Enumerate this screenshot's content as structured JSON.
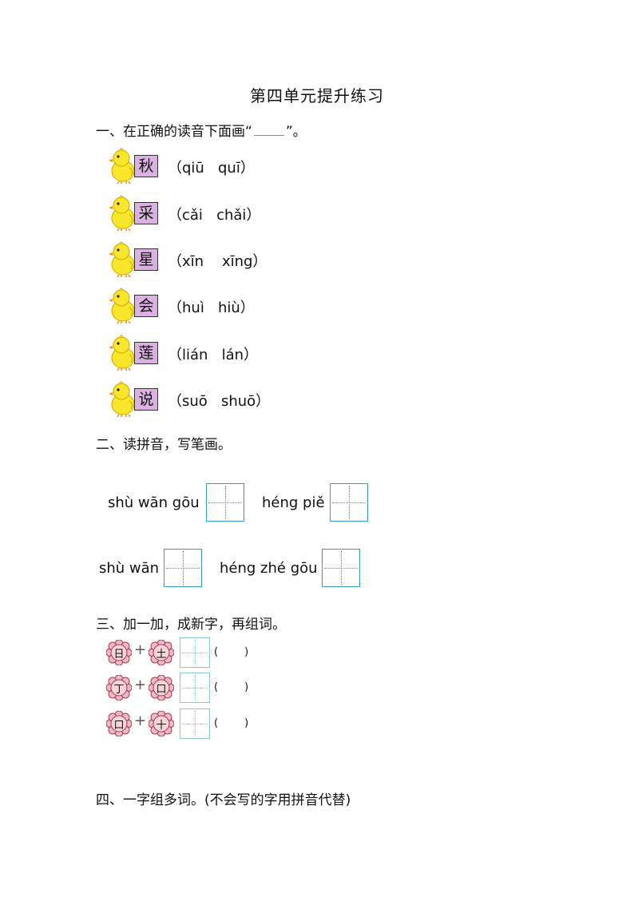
{
  "title": "第四单元提升练习",
  "section1": {
    "prefix": "一、在正确的读音下面画“",
    "suffix": "”。",
    "items": [
      {
        "char": "秋",
        "pinyin": "（qiū   quī）"
      },
      {
        "char": "采",
        "pinyin": "（cǎi   chǎi）"
      },
      {
        "char": "星",
        "pinyin": "（xīn    xīng）"
      },
      {
        "char": "会",
        "pinyin": "（huì   hiù）"
      },
      {
        "char": "莲",
        "pinyin": "（lián   lán）"
      },
      {
        "char": "说",
        "pinyin": "（suō   shuō）"
      }
    ]
  },
  "section2": {
    "heading": "二、读拼音，写笔画。",
    "strokes": [
      "shù wān gōu",
      "héng piě",
      "shù wān",
      "héng zhé gōu"
    ]
  },
  "section3": {
    "heading": "三、加一加，成新字，再组词。",
    "items": [
      {
        "a": "日",
        "b": "土",
        "plus": "+",
        "paren": "(        )"
      },
      {
        "a": "丁",
        "b": "口",
        "plus": "+",
        "paren": "(        )"
      },
      {
        "a": "口",
        "b": "十",
        "plus": "+",
        "paren": "(        )"
      }
    ]
  },
  "section4": {
    "heading": "四、一字组多词。(不会写的字用拼音代替)"
  },
  "colors": {
    "charbox": "#d9b2e0",
    "grid": "#3a9bc8",
    "flower": "#f2b8c4",
    "chick": "#f7e62a"
  }
}
